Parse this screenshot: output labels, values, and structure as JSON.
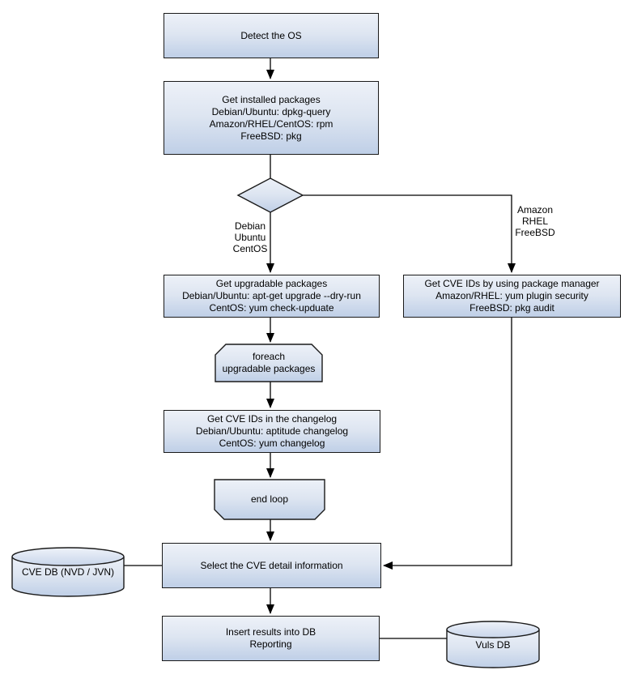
{
  "nodes": {
    "detect_os": "Detect the OS",
    "get_installed_packages": "Get installed packages\nDebian/Ubuntu: dpkg-query\nAmazon/RHEL/CentOS: rpm\nFreeBSD: pkg",
    "get_upgradable_packages": "Get upgradable packages\nDebian/Ubuntu: apt-get upgrade --dry-run\nCentOS: yum check-upduate",
    "get_cve_ids_package_manager": "Get CVE IDs by using package manager\nAmazon/RHEL: yum plugin security\nFreeBSD: pkg audit",
    "foreach_loop_start": "foreach\nupgradable packages",
    "get_cve_ids_changelog": "Get CVE IDs in the changelog\nDebian/Ubuntu: aptitude changelog\nCentOS: yum changelog",
    "end_loop": "end loop",
    "select_cve_detail": "Select the CVE detail information",
    "cve_db": "CVE DB (NVD / JVN)",
    "insert_results": "Insert results into DB\nReporting",
    "vuls_db": "Vuls DB"
  },
  "branch_labels": {
    "left": "Debian\nUbuntu\nCentOS",
    "right": "Amazon\nRHEL\nFreeBSD"
  },
  "colors": {
    "node_fill_top": "#EDF1F8",
    "node_fill_bottom": "#BFCFE7",
    "node_border": "#1A1A1A",
    "connector": "#000000",
    "background": "#FFFFFF"
  }
}
